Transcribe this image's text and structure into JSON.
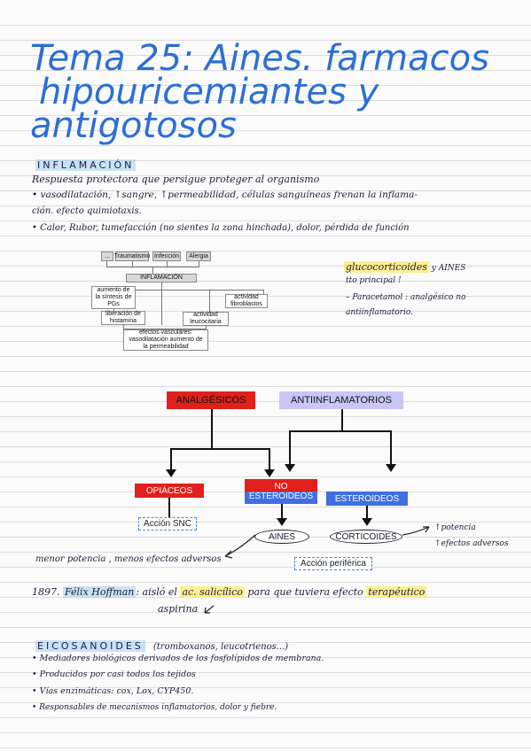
{
  "title": {
    "line1": "Tema 25: Aines. farmacos",
    "line2": "hipouricemiantes y",
    "line3": "antigotosos"
  },
  "inflamacion": {
    "heading": "INFLAMACIÓN",
    "line1": "Respuesta protectora que persigue proteger al organismo",
    "line2": "• vasodilatación, ↑sangre, ↑permeabilidad, células sanguíneas frenan la inflama-",
    "line3": "ción. efecto quimiotaxis.",
    "line4": "• Calor, Rubor, tumefacción (no sientes la zona hinchada), dolor, pérdida de función"
  },
  "flow": {
    "dots": "...",
    "traumatismo": "Traumatismo",
    "infeccion": "Infección",
    "alergia": "Alergia",
    "inflamacion": "INFLAMACIÓN",
    "aumento_sintesis": "aumento de la síntesis de PGs",
    "actividad_fibroblastos": "actividad fibroblastos",
    "liberacion_histamina": "liberación de histamina",
    "actividad_leucocitaria": "actividad leucocitaria",
    "efectos_vasculares": "efectos vasculares: vasodilatación aumento de la permeabilidad"
  },
  "side_note": {
    "line1_a": "glucocorticoides",
    "line1_b": " y AINES",
    "line2": "tto principal !",
    "line3": "– Paracetamol : analgésico no",
    "line4": "antiinflamatorio."
  },
  "diagram": {
    "analgesicos": "ANALGÉSICOS",
    "antiinflamatorios": "ANTIINFLAMATORIOS",
    "opiaceos": "OPIÁCEOS",
    "no_esteroideos": "NO ESTEROIDEOS",
    "esteroideos": "ESTEROIDEOS",
    "accion_snc": "Acción SNC",
    "aines": "AINES",
    "corticoides": "CORTICOIDES",
    "accion_periferica": "Acción periférica",
    "potencia": "↑potencia",
    "efectos_adversos": "↑efectos adversos",
    "menor_potencia": "menor potencia , menos efectos adversos"
  },
  "history": {
    "year": "1897.",
    "name": "Félix Hoffman",
    "text_a": ": aisló el ",
    "highlight": "ac. salicílico",
    "text_b": " para que tuviera efecto ",
    "highlight2": "terapéutico",
    "line2": "aspirina"
  },
  "eicosanoides": {
    "heading": "EICOSANOIDES",
    "paren": "(tromboxanos, leucotrienos...)",
    "b1": "• Mediadores biológicos derivados de los fosfolípidos de membrana.",
    "b2": "• Producidos por casi todos los tejidos",
    "b3": "• Vías enzimáticas: cox, Lox, CYP450.",
    "b4": "• Responsables de mecanismos inflamatorios, dolor y fiebre."
  },
  "colors": {
    "title_blue": "#2b6fd6",
    "red_box": "#e0201b",
    "purple_box": "#c8c6f4",
    "blue_box": "#3f6fe0",
    "dash_blue": "#4a87c9",
    "highlight_yellow": "#ffeb6e",
    "highlight_blue": "#a0cdf5"
  }
}
